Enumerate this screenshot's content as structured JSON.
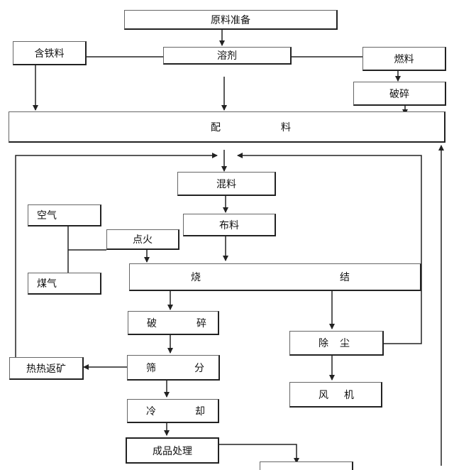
{
  "nodes": {
    "raw_prep": "原料准备",
    "iron_material": "含铁料",
    "solvent": "溶剂",
    "fuel": "燃料",
    "crushing_fuel": "破碎",
    "batching": [
      "配",
      "料"
    ],
    "mixing": "混料",
    "air": "空气",
    "distribution": "布料",
    "ignition": "点火",
    "gas": "煤气",
    "sintering": [
      "烧",
      "结"
    ],
    "crushing": [
      "破",
      "碎"
    ],
    "dust_removal": [
      "除",
      "尘"
    ],
    "hot_return": "热热返矿",
    "screening": [
      "筛",
      "分"
    ],
    "fan": [
      "风",
      "机"
    ],
    "cooling": [
      "冷",
      "却"
    ],
    "product_handling": "成品处理"
  }
}
